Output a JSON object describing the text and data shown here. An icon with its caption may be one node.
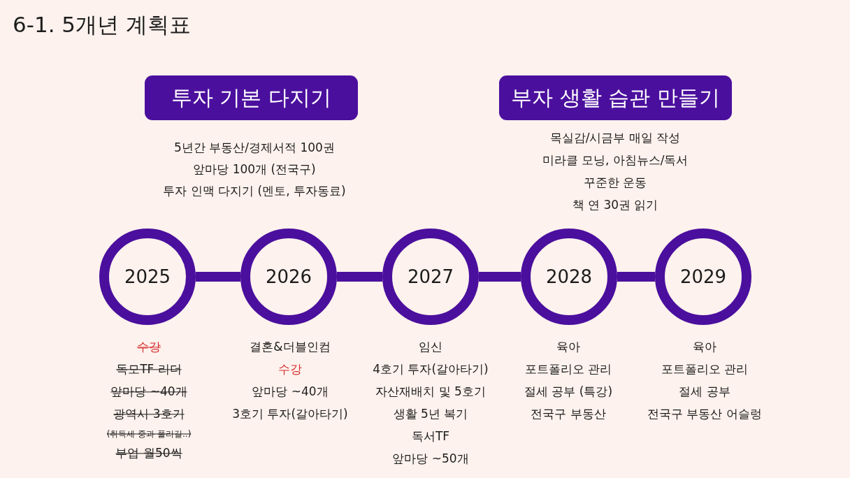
{
  "diagram": {
    "title": "6-1. 5개년 계획표",
    "nodes": [
      {
        "text": [
          "투자 기본 다지기"
        ],
        "beside": [
          "5년간 부동산/경제서적 100권",
          "앞마당 100개 (전국구)",
          "투자 인맥 다지기 (멘토, 투자동료)"
        ]
      },
      {
        "text": [
          "부자 생활 습관 만들기"
        ],
        "beside": [
          "목실감/시금부 매일 작성",
          "미라클 모닝, 아침뉴스/독서",
          "꾸준한 운동",
          "책 연 30권 읽기"
        ]
      },
      {
        "text": [
          "2025"
        ],
        "beside": [
          "수강",
          "독모TF 리더",
          "앞마당 ~40개",
          "광역시 3호기",
          "(취득세 중과 풀리길..)",
          "부업 월50씩"
        ]
      },
      {
        "text": [
          "2026"
        ],
        "beside": [
          "결혼&더블인컴",
          "수강",
          "앞마당 ~40개",
          "3호기 투자(갈아타기)"
        ]
      },
      {
        "text": [
          "2027"
        ],
        "beside": [
          "임신",
          "4호기 투자(갈아타기)",
          "자산재배치 및 5호기",
          "생활 5년 복기",
          "독서TF",
          "앞마당 ~50개"
        ]
      },
      {
        "text": [
          "2028"
        ],
        "beside": [
          "육아",
          "포트폴리오 관리",
          "절세 공부 (특강)",
          "전국구 부동산"
        ]
      },
      {
        "text": [
          "2029"
        ],
        "beside": [
          "육아",
          "포트폴리오 관리",
          "절세 공부",
          "전국구 부동산 어슬렁"
        ]
      }
    ],
    "edges": [
      {
        "from": 2,
        "to": 3,
        "arrow": "none"
      },
      {
        "from": 3,
        "to": 4,
        "arrow": "none"
      },
      {
        "from": 4,
        "to": 5,
        "arrow": "none"
      },
      {
        "from": 5,
        "to": 6,
        "arrow": "none"
      }
    ]
  }
}
